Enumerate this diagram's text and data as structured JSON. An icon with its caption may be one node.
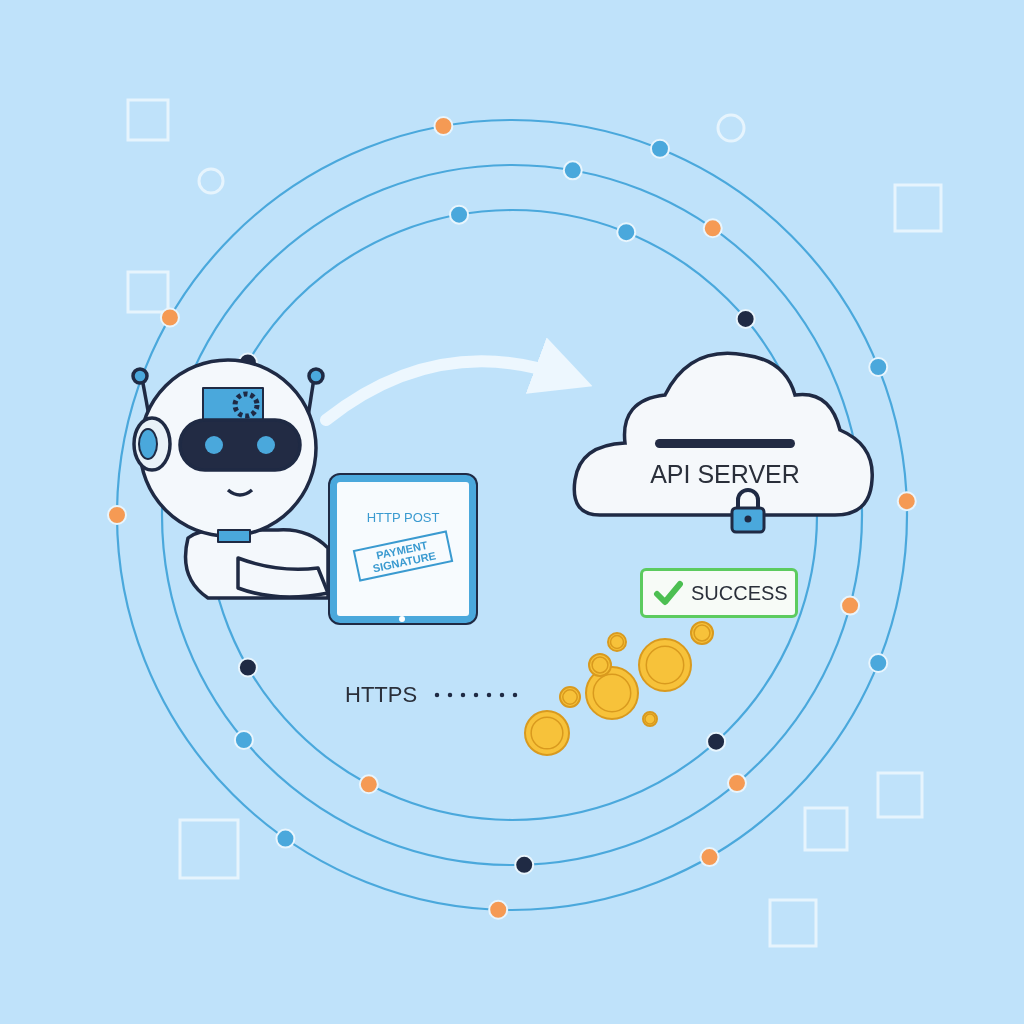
{
  "diagram": {
    "nodes": [
      {
        "text": [],
        "shape": "picture"
      },
      {
        "text": [
          "HTTP POST",
          "PAYMENT SIGNATURE"
        ]
      },
      {
        "text": [
          "API SERVER"
        ]
      },
      {
        "text": [
          "SUCCESS"
        ]
      },
      {
        "text": [
          "HTTPS"
        ]
      },
      {
        "text": [],
        "shape": "picture"
      }
    ],
    "edges": [
      {
        "from": 0,
        "to": 2,
        "arrow": "to",
        "style": "thick"
      },
      {
        "from": 4,
        "to": 5,
        "arrow": "none",
        "style": "dashed",
        "color": "#1f2a44"
      }
    ]
  }
}
